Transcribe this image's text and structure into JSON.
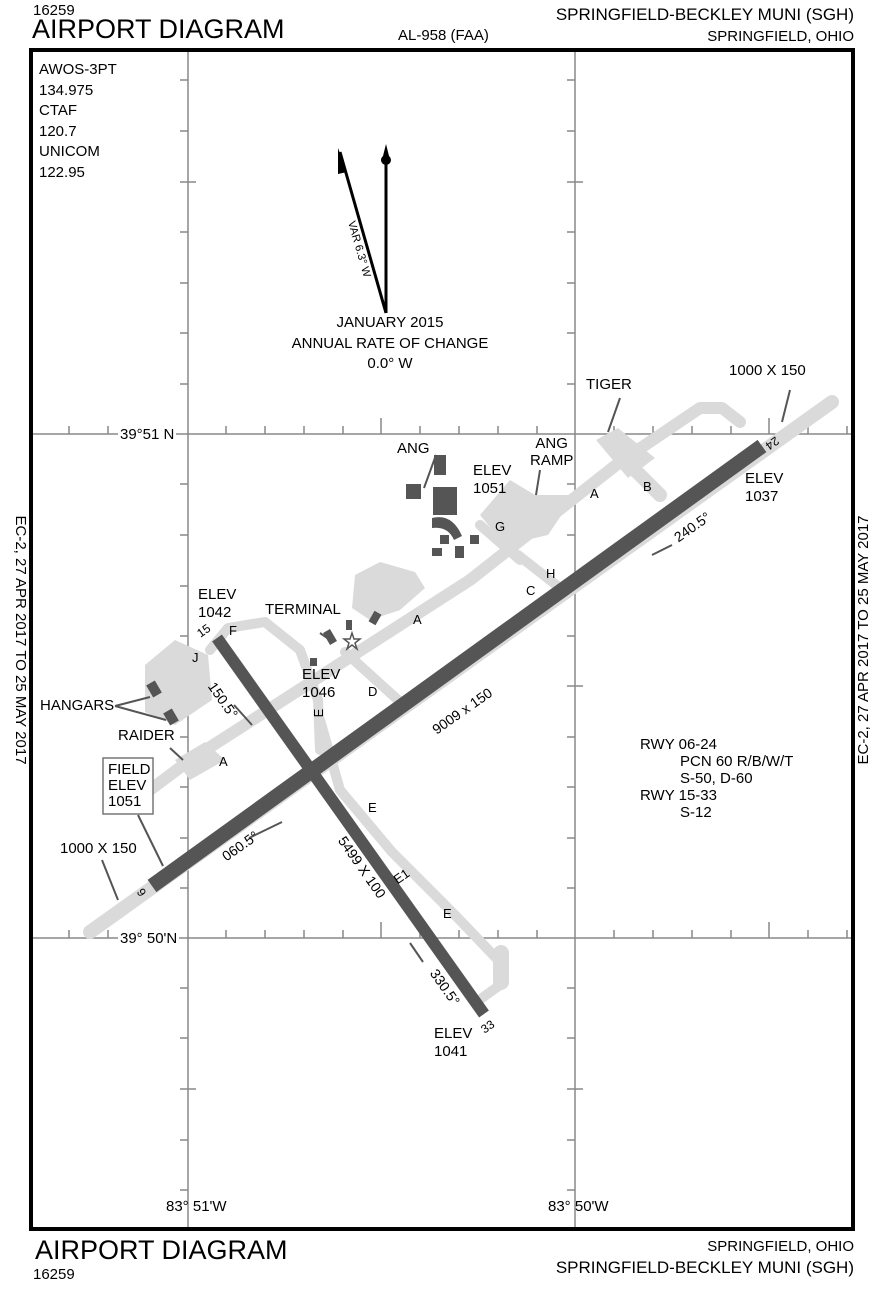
{
  "header": {
    "doc_number": "16259",
    "title": "AIRPORT DIAGRAM",
    "chart_id": "AL-958 (FAA)",
    "airport_name": "SPRINGFIELD-BECKLEY MUNI (SGH)",
    "city": "SPRINGFIELD, OHIO"
  },
  "footer": {
    "doc_number": "16259",
    "title": "AIRPORT DIAGRAM",
    "airport_name": "SPRINGFIELD-BECKLEY MUNI (SGH)",
    "city": "SPRINGFIELD, OHIO"
  },
  "effective": {
    "left": "EC-2, 27 APR 2017 TO 25 MAY 2017",
    "right": "EC-2, 27 APR 2017 TO 25 MAY 2017"
  },
  "frequencies": [
    "AWOS-3PT",
    "134.975",
    "CTAF",
    "120.7",
    "UNICOM",
    "122.95"
  ],
  "magvar": {
    "var_label": "VAR 6.3° W",
    "date": "JANUARY 2015",
    "rate_label": "ANNUAL RATE OF CHANGE",
    "rate": "0.0° W"
  },
  "coords": {
    "lat_top": "39°51 N",
    "lat_bottom": "39° 50'N",
    "lon_left": "83° 51'W",
    "lon_right": "83° 50'W"
  },
  "runways": {
    "rwy_6": "6",
    "rwy_24": "24",
    "rwy_15": "15",
    "rwy_33": "33",
    "dim_6_24": "9009 x 150",
    "dim_15_33": "5499 X 100",
    "hdg_060": "060.5°",
    "hdg_240": "240.5°",
    "hdg_150": "150.5°",
    "hdg_330": "330.5°",
    "overrun_ne": "1000 X 150",
    "overrun_sw": "1000 X 150"
  },
  "elevations": {
    "elev_label": "ELEV",
    "ne": "1037",
    "n15": "1042",
    "s33": "1041",
    "ramp": "1046",
    "ang": "1051"
  },
  "field_elev": {
    "line1": "FIELD",
    "line2": "ELEV",
    "line3": "1051"
  },
  "labels": {
    "ang": "ANG",
    "ang_ramp_1": "ANG",
    "ang_ramp_2": "RAMP",
    "tiger": "TIGER",
    "terminal": "TERMINAL",
    "hangars": "HANGARS",
    "raider": "RAIDER"
  },
  "taxiways": {
    "a1": "A",
    "a2": "A",
    "a3": "A",
    "b": "B",
    "c": "C",
    "d": "D",
    "e1": "E",
    "e2": "E",
    "e3": "E",
    "e4": "E1",
    "f": "F",
    "g": "G",
    "h": "H",
    "j": "J"
  },
  "pcn": {
    "rwy1": "RWY 06-24",
    "pcn1": "PCN 60 R/B/W/T",
    "gear1": "S-50, D-60",
    "rwy2": "RWY 15-33",
    "gear2": "S-12"
  }
}
